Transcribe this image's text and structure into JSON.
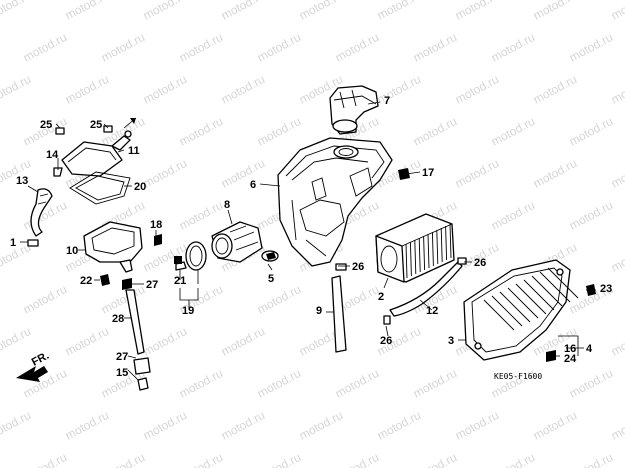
{
  "diagram": {
    "code": "KE05-F1600",
    "direction_label": "FR.",
    "watermark": "motod.ru",
    "callouts": {
      "c1": "1",
      "c2": "2",
      "c3": "3",
      "c4": "4",
      "c5": "5",
      "c6": "6",
      "c7": "7",
      "c8": "8",
      "c9": "9",
      "c10": "10",
      "c11": "11",
      "c12": "12",
      "c13": "13",
      "c14": "14",
      "c15": "15",
      "c16": "16",
      "c17": "17",
      "c18": "18",
      "c19": "19",
      "c20": "20",
      "c21": "21",
      "c22": "22",
      "c23": "23",
      "c24": "24",
      "c25a": "25",
      "c25b": "25",
      "c26a": "26",
      "c26b": "26",
      "c26c": "26",
      "c27a": "27",
      "c27b": "27",
      "c28": "28"
    }
  }
}
